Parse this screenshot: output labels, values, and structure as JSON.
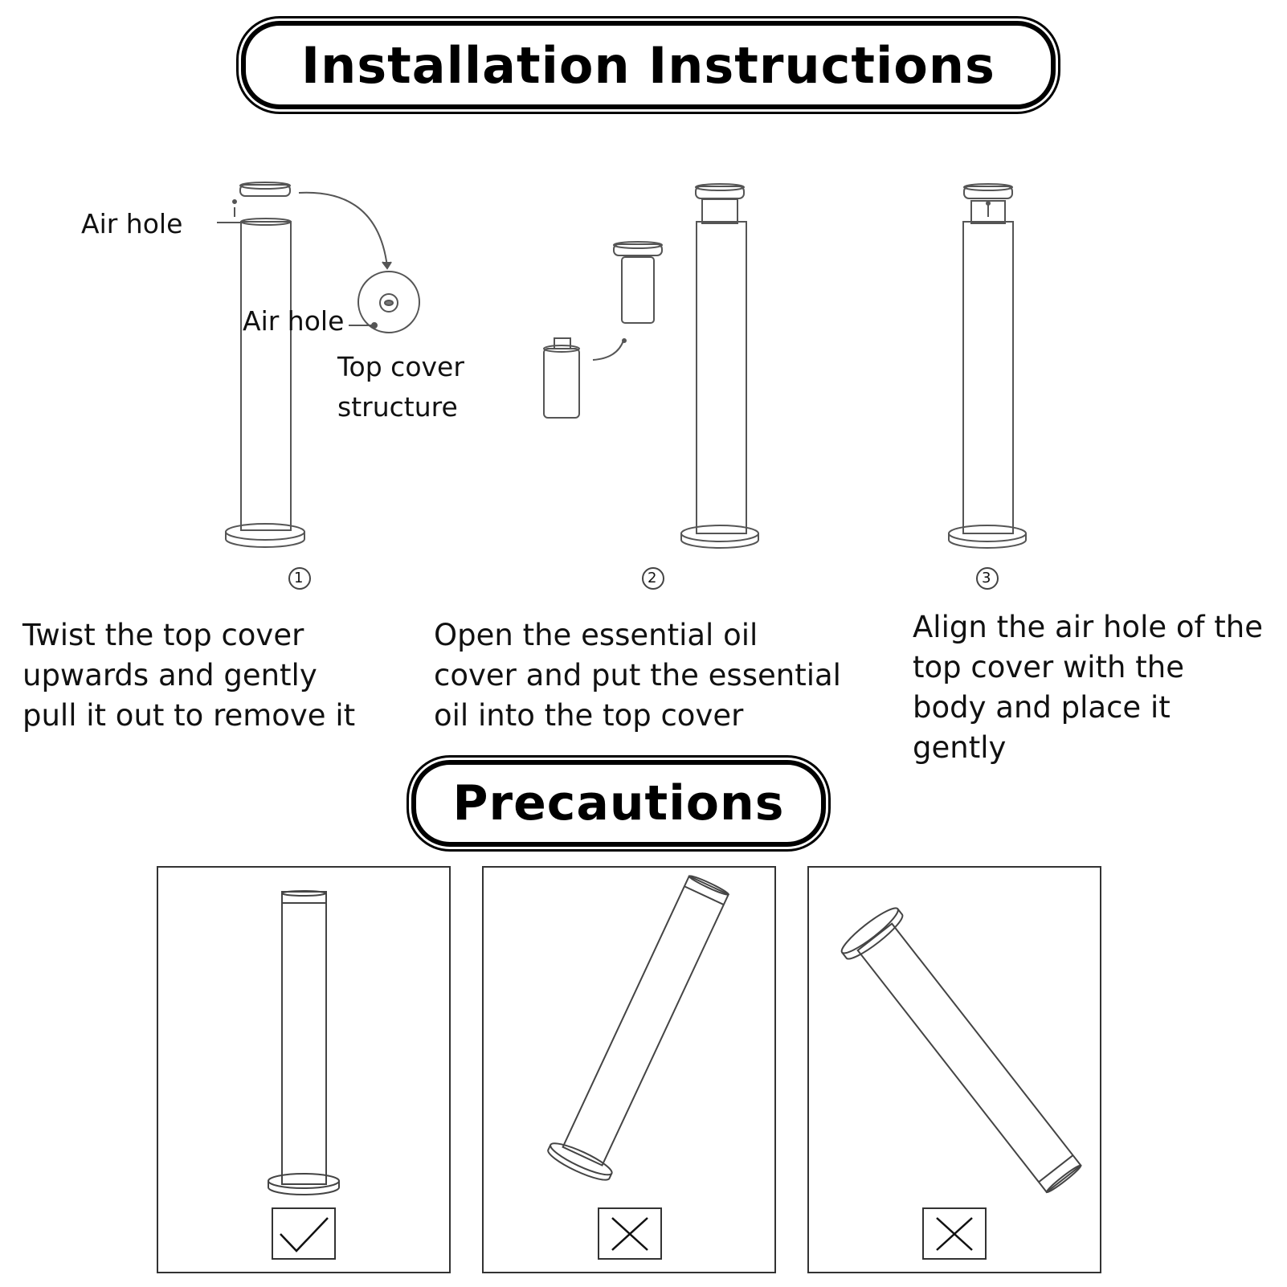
{
  "titles": {
    "installation": "Installation Instructions",
    "precautions": "Precautions"
  },
  "labels": {
    "air_hole_1": "Air hole",
    "air_hole_2": "Air hole",
    "top_cover_line1": "Top cover",
    "top_cover_line2": "structure"
  },
  "steps": [
    {
      "number": "1",
      "lines": [
        "Twist the top cover",
        "upwards and gently",
        "pull it out to remove it"
      ]
    },
    {
      "number": "2",
      "lines": [
        "Open the essential oil",
        "cover and put the essential",
        "oil into the top cover"
      ]
    },
    {
      "number": "3",
      "lines": [
        "Align the air hole of the",
        "top cover with the",
        "body and place it",
        "gently"
      ]
    }
  ],
  "precautions": [
    {
      "mark": "check-icon",
      "meaning": "upright"
    },
    {
      "mark": "cross-icon",
      "meaning": "tilted"
    },
    {
      "mark": "cross-icon",
      "meaning": "tilted"
    }
  ]
}
